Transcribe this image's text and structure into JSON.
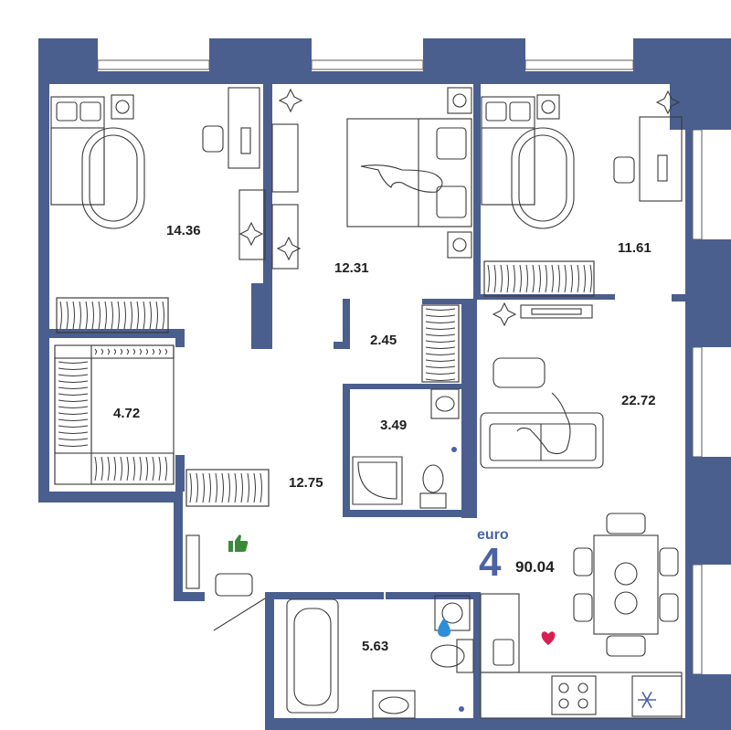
{
  "plan": {
    "wall_color": "#4b5f8e",
    "accent_color": "#4b63a5",
    "rooms": [
      {
        "id": "bedroom-left",
        "area": "14.36"
      },
      {
        "id": "bedroom-middle",
        "area": "12.31"
      },
      {
        "id": "bedroom-right",
        "area": "11.61"
      },
      {
        "id": "closet-small",
        "area": "2.45"
      },
      {
        "id": "bathroom-small",
        "area": "3.49"
      },
      {
        "id": "wardrobe",
        "area": "4.72"
      },
      {
        "id": "hallway",
        "area": "12.75"
      },
      {
        "id": "living-kitchen",
        "area": "22.72"
      },
      {
        "id": "bathroom-large",
        "area": "5.63"
      }
    ],
    "badge": {
      "type": "euro",
      "rooms": "4",
      "total_area": "90.04"
    },
    "icons": {
      "thumbs_up": {
        "name": "thumbs-up-icon",
        "color": "#3a8a3a"
      },
      "water_drop": {
        "name": "water-drop-icon",
        "color": "#2e8fd6"
      },
      "heart": {
        "name": "heart-icon",
        "color": "#d81e4e"
      },
      "snowflake": {
        "name": "snowflake-icon",
        "color": "#4b63a5"
      }
    }
  }
}
